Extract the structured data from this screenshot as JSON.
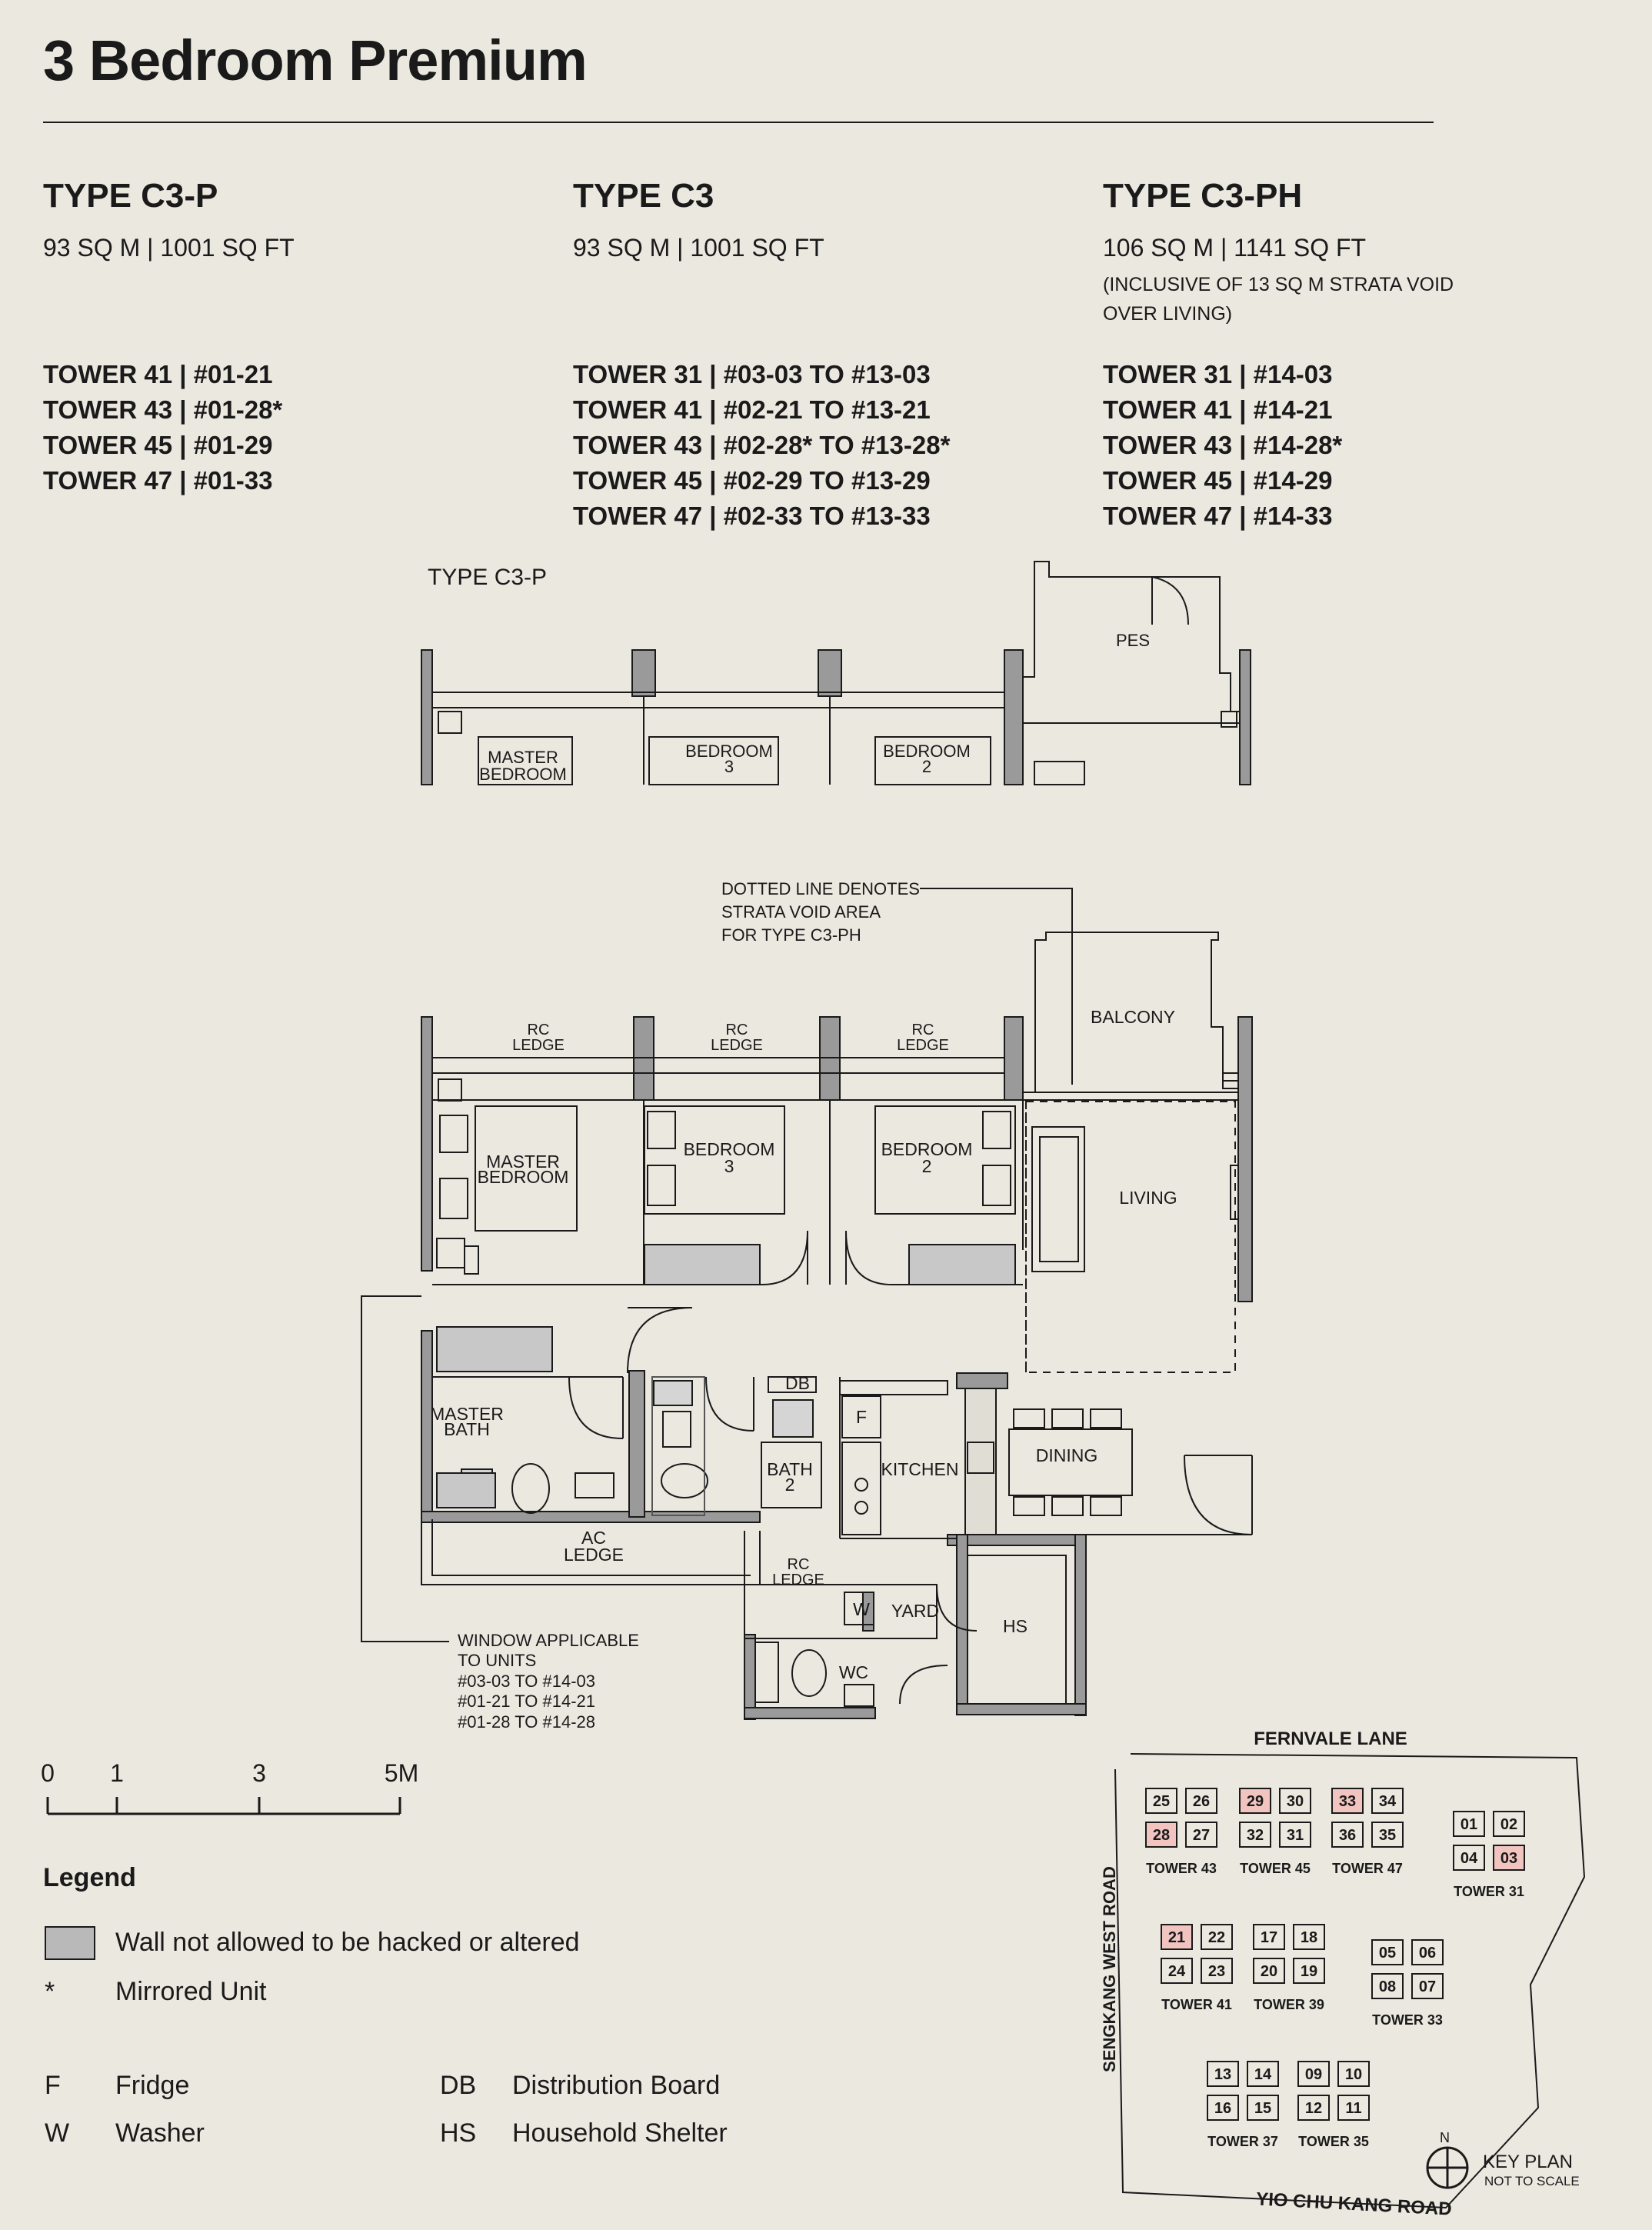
{
  "title": "3 Bedroom Premium",
  "types": [
    {
      "name": "TYPE C3-P",
      "area": "93 SQ M | 1001 SQ FT",
      "note": "",
      "units": [
        "TOWER 41  | #01-21",
        "TOWER 43 | #01-28*",
        "TOWER 45 | #01-29",
        "TOWER 47 | #01-33"
      ]
    },
    {
      "name": "TYPE C3",
      "area": "93 SQ M | 1001 SQ FT",
      "note": "",
      "units": [
        "TOWER 31  | #03-03 TO #13-03",
        "TOWER 41  | #02-21 TO #13-21",
        "TOWER 43 | #02-28* TO #13-28*",
        "TOWER 45 | #02-29 TO #13-29",
        "TOWER 47 | #02-33 TO #13-33"
      ]
    },
    {
      "name": "TYPE C3-PH",
      "area": "106 SQ M | 1141 SQ FT",
      "note": "(INCLUSIVE OF 13 SQ M STRATA VOID\nOVER LIVING)",
      "units": [
        "TOWER 31  | #14-03",
        "TOWER 41  | #14-21",
        "TOWER 43 | #14-28*",
        "TOWER 45 | #14-29",
        "TOWER 47 | #14-33"
      ]
    }
  ],
  "inset": {
    "label": "TYPE C3-P",
    "rooms": {
      "pes": "PES",
      "master": [
        "MASTER",
        "BEDROOM"
      ],
      "bed3": [
        "BEDROOM",
        "3"
      ],
      "bed2": [
        "BEDROOM",
        "2"
      ]
    }
  },
  "plan": {
    "annotation_strata": [
      "DOTTED LINE DENOTES",
      "STRATA VOID AREA",
      "FOR TYPE C3-PH"
    ],
    "annotation_window": [
      "WINDOW APPLICABLE",
      "TO UNITS",
      "#03-03 TO #14-03",
      "#01-21 TO #14-21",
      "#01-28 TO #14-28"
    ],
    "rooms": {
      "rc_ledge": [
        "RC",
        "LEDGE"
      ],
      "balcony": "BALCONY",
      "master": [
        "MASTER",
        "BEDROOM"
      ],
      "bed3": [
        "BEDROOM",
        "3"
      ],
      "bed2": [
        "BEDROOM",
        "2"
      ],
      "living": "LIVING",
      "dining": "DINING",
      "kitchen": "KITCHEN",
      "master_bath": [
        "MASTER",
        "BATH"
      ],
      "bath2": [
        "BATH",
        "2"
      ],
      "db": "DB",
      "f": "F",
      "ac_ledge": [
        "AC",
        "LEDGE"
      ],
      "yard": "YARD",
      "w": "W",
      "wc": "WC",
      "hs": "HS"
    }
  },
  "scale": {
    "labels": [
      "0",
      "1",
      "3",
      "5M"
    ]
  },
  "legend": {
    "title": "Legend",
    "wall": "Wall not allowed to be hacked or altered",
    "star_symbol": "*",
    "mirrored": "Mirrored Unit",
    "abbrevs": [
      {
        "code": "F",
        "text": "Fridge"
      },
      {
        "code": "W",
        "text": "Washer"
      },
      {
        "code": "DB",
        "text": "Distribution Board"
      },
      {
        "code": "HS",
        "text": "Household Shelter"
      }
    ]
  },
  "keyplan": {
    "road_top": "FERNVALE LANE",
    "road_left": "SENGKANG WEST ROAD",
    "road_bottom": "YIO CHU KANG ROAD",
    "north": "N",
    "title": "KEY PLAN",
    "subtitle": "NOT TO SCALE",
    "highlight_color": "#f2c4c0",
    "towers": [
      {
        "name": "TOWER 43",
        "units": [
          "25",
          "26",
          "28",
          "27"
        ],
        "hl": [
          "28"
        ]
      },
      {
        "name": "TOWER 45",
        "units": [
          "29",
          "30",
          "32",
          "31"
        ],
        "hl": [
          "29"
        ]
      },
      {
        "name": "TOWER 47",
        "units": [
          "33",
          "34",
          "36",
          "35"
        ],
        "hl": [
          "33"
        ]
      },
      {
        "name": "TOWER 31",
        "units": [
          "01",
          "02",
          "04",
          "03"
        ],
        "hl": [
          "03"
        ]
      },
      {
        "name": "TOWER 41",
        "units": [
          "21",
          "22",
          "24",
          "23"
        ],
        "hl": [
          "21"
        ]
      },
      {
        "name": "TOWER 39",
        "units": [
          "17",
          "18",
          "20",
          "19"
        ],
        "hl": []
      },
      {
        "name": "TOWER 33",
        "units": [
          "05",
          "06",
          "08",
          "07"
        ],
        "hl": []
      },
      {
        "name": "TOWER 37",
        "units": [
          "13",
          "14",
          "16",
          "15"
        ],
        "hl": []
      },
      {
        "name": "TOWER 35",
        "units": [
          "09",
          "10",
          "12",
          "11"
        ],
        "hl": []
      }
    ]
  }
}
